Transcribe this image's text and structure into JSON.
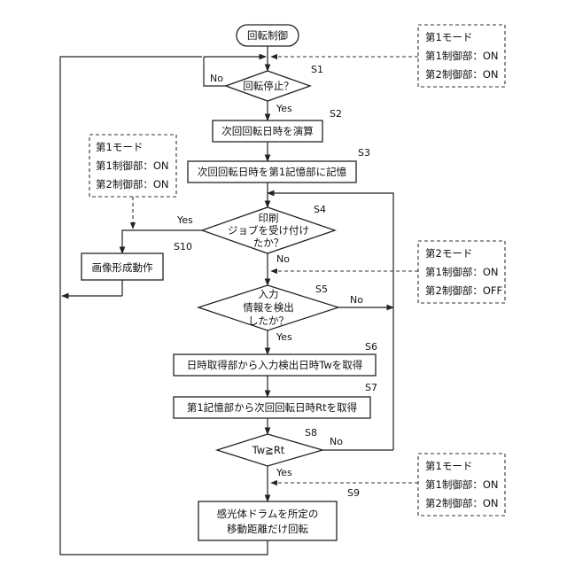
{
  "start": "回転制御",
  "steps": {
    "s1": {
      "id": "S1",
      "text": "回転停止？"
    },
    "s2": {
      "id": "S2",
      "text": "次回回転日時を演算"
    },
    "s3": {
      "id": "S3",
      "text": "次回回転日時を第1記憶部に記憶"
    },
    "s4": {
      "id": "S4",
      "line1": "印刷",
      "line2": "ジョブを受け付け",
      "line3": "たか？"
    },
    "s5": {
      "id": "S5",
      "line1": "入力",
      "line2": "情報を検出",
      "line3": "したか？"
    },
    "s6": {
      "id": "S6",
      "text": "日時取得部から入力検出日時Twを取得"
    },
    "s7": {
      "id": "S7",
      "text": "第1記憶部から次回回転日時Rtを取得"
    },
    "s8": {
      "id": "S8",
      "text": "Tw≧Rt"
    },
    "s9": {
      "id": "S9",
      "line1": "感光体ドラムを所定の",
      "line2": "移動距離だけ回転"
    },
    "s10": {
      "id": "S10",
      "text": "画像形成動作"
    }
  },
  "labels": {
    "yes": "Yes",
    "no": "No"
  },
  "modes": {
    "a": {
      "title": "第1モード",
      "line1": "第1制御部：ON",
      "line2": "第2制御部：ON"
    },
    "b": {
      "title": "第1モード",
      "line1": "第1制御部：ON",
      "line2": "第2制御部：ON"
    },
    "c": {
      "title": "第2モード",
      "line1": "第1制御部：ON",
      "line2": "第2制御部：OFF"
    },
    "d": {
      "title": "第1モード",
      "line1": "第1制御部：ON",
      "line2": "第2制御部：ON"
    }
  }
}
